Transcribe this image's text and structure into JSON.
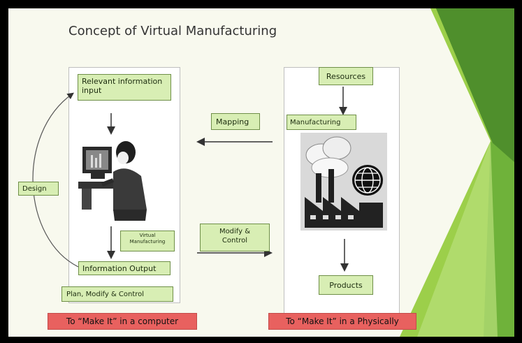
{
  "title": "Concept of Virtual Manufacturing",
  "left": {
    "input": "Relevant information input",
    "virtual": "Virtual Manufacturing",
    "output": "Information Output",
    "plan": "Plan, Modify & Control",
    "design": "Design",
    "footer": "To “Make It” in a computer"
  },
  "middle": {
    "mapping": "Mapping",
    "modify": "Modify & Control"
  },
  "right": {
    "resources": "Resources",
    "manufacturing": "Manufacturing",
    "products": "Products",
    "footer": "To “Make It” in a Physically"
  },
  "icons": [
    "person-at-computer-icon",
    "factory-icon",
    "globe-icon"
  ]
}
